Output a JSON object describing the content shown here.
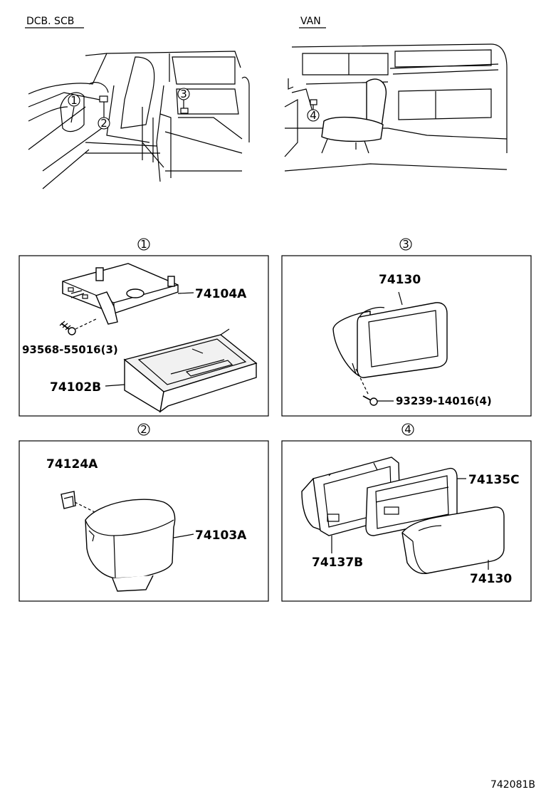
{
  "headers": {
    "left": "DCB. SCB",
    "right": "VAN"
  },
  "callouts": {
    "c1": "1",
    "c2": "2",
    "c3": "3",
    "c4": "4"
  },
  "panels": {
    "p1": {
      "marker": "1",
      "parts": {
        "bracket": "74104A",
        "screw": "93568-55016(3)",
        "tray": "74102B"
      }
    },
    "p3": {
      "marker": "3",
      "parts": {
        "ashtray": "74130",
        "screw": "93239-14016(4)"
      }
    },
    "p2": {
      "marker": "2",
      "parts": {
        "clip": "74124A",
        "ashtray": "74103A"
      }
    },
    "p4": {
      "marker": "4",
      "parts": {
        "frame": "74135C",
        "retainer": "74137B",
        "ashtray": "74130"
      }
    }
  },
  "reference": "742081B"
}
